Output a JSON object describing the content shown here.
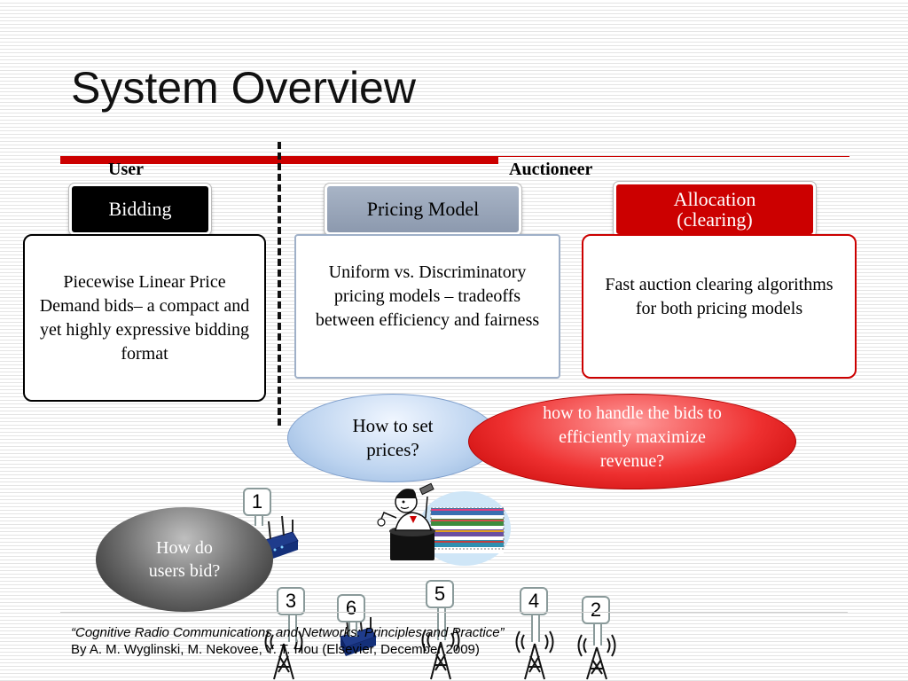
{
  "slide": {
    "title": "System Overview",
    "user_label": "User",
    "auctioneer_label": "Auctioneer"
  },
  "headers": {
    "bidding": "Bidding",
    "pricing_model": "Pricing Model",
    "allocation_line1": "Allocation",
    "allocation_line2": "(clearing)"
  },
  "boxes": {
    "user": "Piecewise Linear Price Demand bids– a compact and yet highly expressive bidding format",
    "pricing": "Uniform vs. Discriminatory pricing models – tradeoffs between efficiency and fairness",
    "allocation": "Fast auction clearing algorithms for both pricing models"
  },
  "callouts": {
    "prices_line1": "How to set",
    "prices_line2": "prices?",
    "bids": "how to handle the bids to efficiently maximize revenue?",
    "users_line1": "How do",
    "users_line2": "users bid?"
  },
  "node_labels": [
    "1",
    "2",
    "3",
    "4",
    "5",
    "6"
  ],
  "citation": {
    "title_quoted": "“Cognitive Radio Communications and Networks: Principles and Practice”",
    "authors": "By A. M. Wyglinski, M. Nekovee, Y. T. Hou (Elsevier, December 2009)"
  },
  "colors": {
    "accent_red": "#cc0000",
    "pricing_blue": "#8c99ae"
  }
}
